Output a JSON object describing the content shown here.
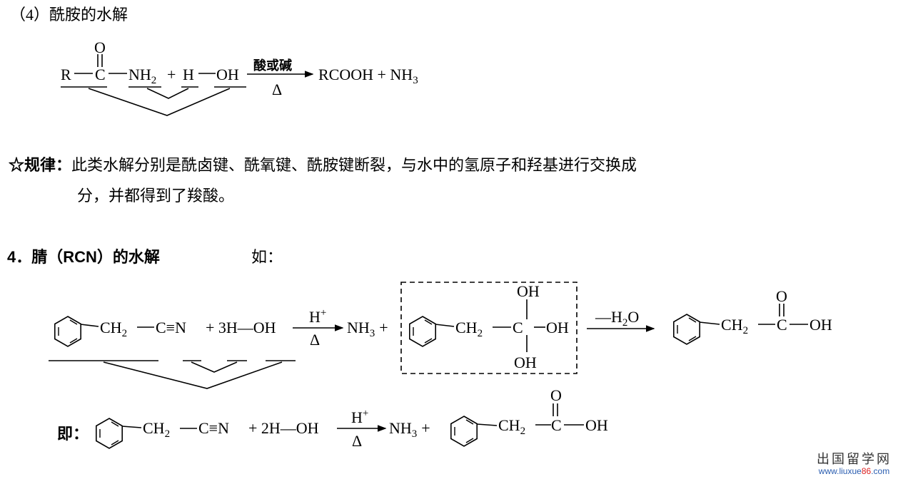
{
  "section4_title": "（4）酰胺的水解",
  "reaction1": {
    "r": "R",
    "c": "C",
    "o": "O",
    "nh": "NH",
    "sub2": "2",
    "plus": "+",
    "h": "H",
    "oh": "OH",
    "condition_top": "酸或碱",
    "condition_bottom": "Δ",
    "products": "RCOOH + NH",
    "sub3": "3"
  },
  "rule": {
    "label": "☆规律：",
    "line1": "此类水解分别是酰卤键、酰氧键、酰胺键断裂，与水中的氢原子和羟基进行交换成",
    "line2": "分，并都得到了羧酸。"
  },
  "heading4": {
    "title": "4．腈（RCN）的水解",
    "example": "如："
  },
  "reaction2": {
    "ch": "CH",
    "sub2": "2",
    "cn": "C≡N",
    "n": "N",
    "reagent": "+ 3H—OH",
    "cat": "H",
    "cat_sup": "+",
    "delta": "Δ",
    "nh": "NH",
    "sub3": "3",
    "plus": "+",
    "c": "C",
    "oh": "OH",
    "dehydrate": "—H",
    "dehydrate_sub": "2",
    "dehydrate_o": "O",
    "o": "O"
  },
  "reaction3": {
    "label": "即：",
    "ch": "CH",
    "sub2": "2",
    "cn": "C≡N",
    "reagent": "+ 2H—OH",
    "cat": "H",
    "cat_sup": "+",
    "delta": "Δ",
    "nh": "NH",
    "sub3": "3",
    "plus": "+",
    "c": "C",
    "o": "O",
    "oh": "OH"
  },
  "watermark": {
    "name": "出国留学网",
    "url_prefix": "www.liuxue",
    "url_num": "86",
    "url_suffix": ".com"
  }
}
